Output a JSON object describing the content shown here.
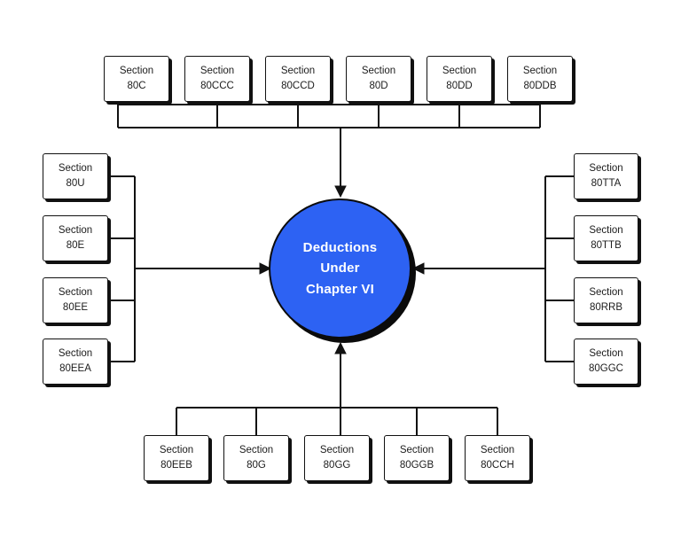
{
  "center": {
    "lines": [
      "Deductions",
      "Under",
      "Chapter VI"
    ]
  },
  "groups": {
    "top": [
      {
        "title": "Section",
        "code": "80C"
      },
      {
        "title": "Section",
        "code": "80CCC"
      },
      {
        "title": "Section",
        "code": "80CCD"
      },
      {
        "title": "Section",
        "code": "80D"
      },
      {
        "title": "Section",
        "code": "80DD"
      },
      {
        "title": "Section",
        "code": "80DDB"
      }
    ],
    "left": [
      {
        "title": "Section",
        "code": "80U"
      },
      {
        "title": "Section",
        "code": "80E"
      },
      {
        "title": "Section",
        "code": "80EE"
      },
      {
        "title": "Section",
        "code": "80EEA"
      }
    ],
    "right": [
      {
        "title": "Section",
        "code": "80TTA"
      },
      {
        "title": "Section",
        "code": "80TTB"
      },
      {
        "title": "Section",
        "code": "80RRB"
      },
      {
        "title": "Section",
        "code": "80GGC"
      }
    ],
    "bottom": [
      {
        "title": "Section",
        "code": "80EEB"
      },
      {
        "title": "Section",
        "code": "80G"
      },
      {
        "title": "Section",
        "code": "80GG"
      },
      {
        "title": "Section",
        "code": "80GGB"
      },
      {
        "title": "Section",
        "code": "80CCH"
      }
    ]
  },
  "colors": {
    "accent": "#2d62f3",
    "line": "#111111",
    "box_background": "#ffffff",
    "box_text": "#1c1c1c",
    "center_text": "#ffffff"
  }
}
